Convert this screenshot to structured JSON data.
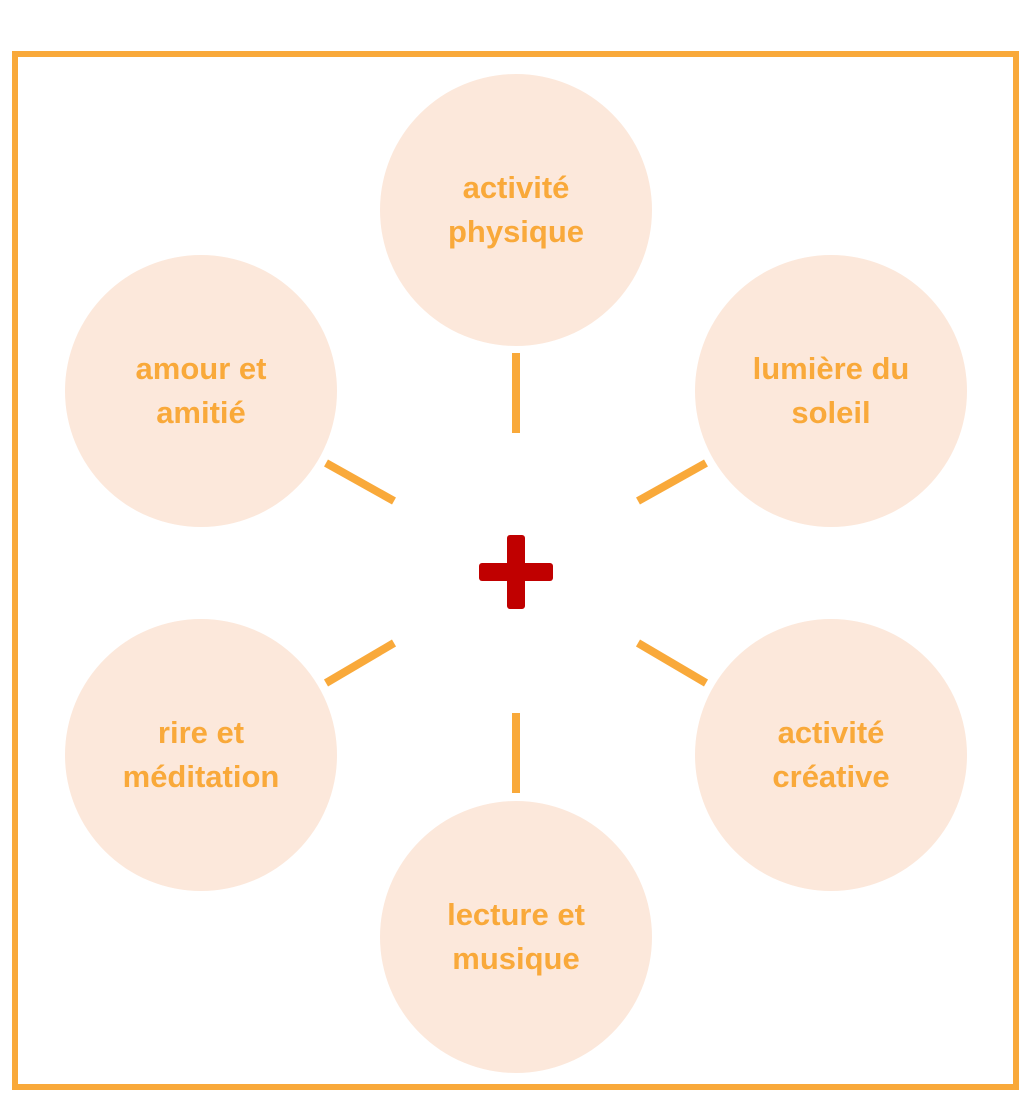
{
  "center_symbol": "+",
  "nodes": [
    {
      "label": "activité\nphysique"
    },
    {
      "label": "lumière du\nsoleil"
    },
    {
      "label": "activité\ncréative"
    },
    {
      "label": "lecture et\nmusique"
    },
    {
      "label": "rire et\nméditation"
    },
    {
      "label": "amour et\namitié"
    }
  ],
  "colors": {
    "frame": "#F9A93A",
    "node_fill": "#FCE8DB",
    "node_text": "#F9A93A",
    "connector": "#F9A93A",
    "center_symbol": "#C00000"
  }
}
